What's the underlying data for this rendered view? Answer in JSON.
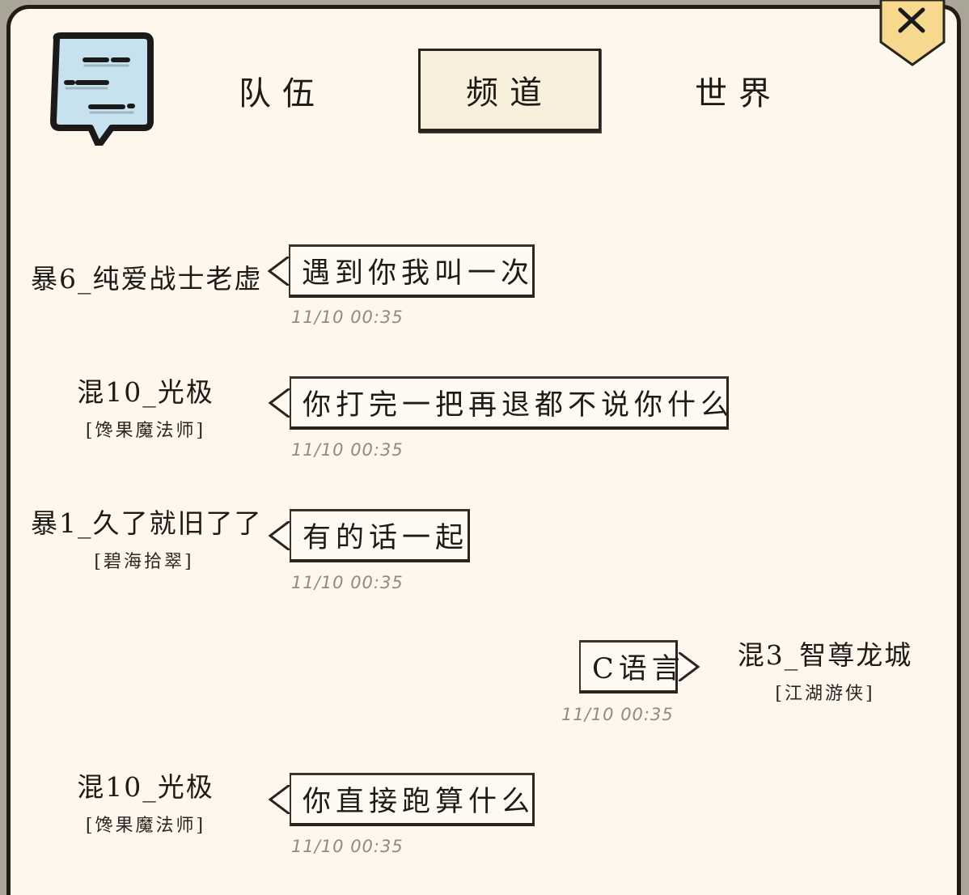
{
  "tabs": [
    {
      "label": "队伍",
      "active": false
    },
    {
      "label": "频道",
      "active": true
    },
    {
      "label": "世界",
      "active": false
    }
  ],
  "icons": {
    "logo": "chat-bubble-icon",
    "close": "close-icon"
  },
  "colors": {
    "panel_bg": "#fdf7ec",
    "border": "#231c15",
    "logo_fill": "#c7e1ee",
    "close_fill": "#f6d98f",
    "timestamp": "#8f8a84"
  },
  "messages": [
    {
      "side": "left",
      "name": "暴6_纯爱战士老虚",
      "title": "",
      "text": "遇到你我叫一次",
      "time": "11/10 00:35"
    },
    {
      "side": "left",
      "name": "混10_光极",
      "title": "[馋果魔法师]",
      "text": "你打完一把再退都不说你什么",
      "time": "11/10 00:35"
    },
    {
      "side": "left",
      "name": "暴1_久了就旧了了",
      "title": "[碧海拾翠]",
      "text": "有的话一起",
      "time": "11/10 00:35"
    },
    {
      "side": "right",
      "name": "混3_智尊龙城",
      "title": "[江湖游侠]",
      "text": "C语言",
      "time": "11/10 00:35"
    },
    {
      "side": "left",
      "name": "混10_光极",
      "title": "[馋果魔法师]",
      "text": "你直接跑算什么",
      "time": "11/10 00:35"
    }
  ]
}
